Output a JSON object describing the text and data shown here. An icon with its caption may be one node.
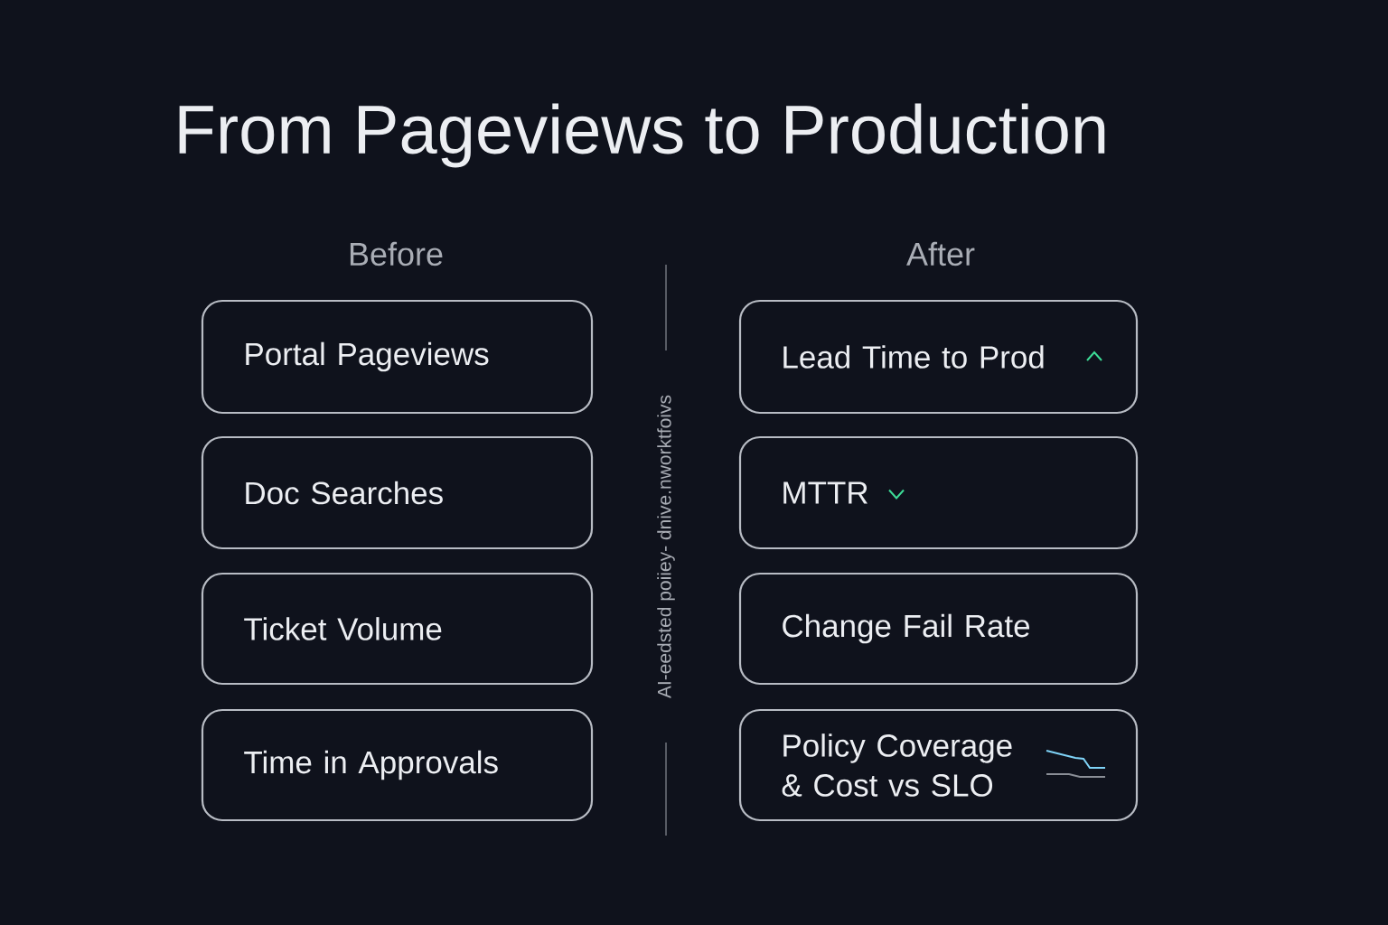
{
  "diagram": {
    "title": "From Pageviews to Production",
    "nodes": [
      {
        "text": [
          "Portal Pageviews"
        ]
      },
      {
        "text": [
          "Doc Searches"
        ]
      },
      {
        "text": [
          "Ticket Volume"
        ]
      },
      {
        "text": [
          "Time in Approvals"
        ]
      },
      {
        "text": [
          "Lead Time to Prod"
        ]
      },
      {
        "text": [
          "MTTR"
        ]
      },
      {
        "text": [
          "Change Fail Rate"
        ]
      },
      {
        "text": [
          "Policy Coverage & Cost vs SLO"
        ]
      }
    ],
    "labels": [
      "Before",
      "After",
      "AI-eedsted poiiey- dnive.nworktfoivs"
    ]
  }
}
